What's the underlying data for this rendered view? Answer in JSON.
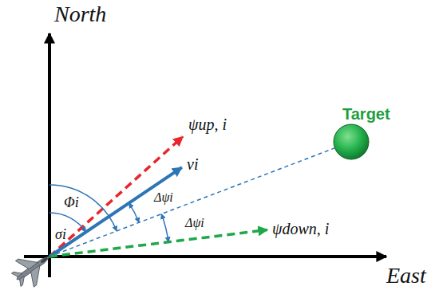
{
  "diagram": {
    "nodes": [
      {
        "text": [
          "Target"
        ]
      }
    ],
    "labels": [
      "North",
      "East",
      "ψup, i",
      "vi",
      "Φi",
      "σi",
      "Δψi",
      "Δψi",
      "ψdown, i"
    ]
  }
}
